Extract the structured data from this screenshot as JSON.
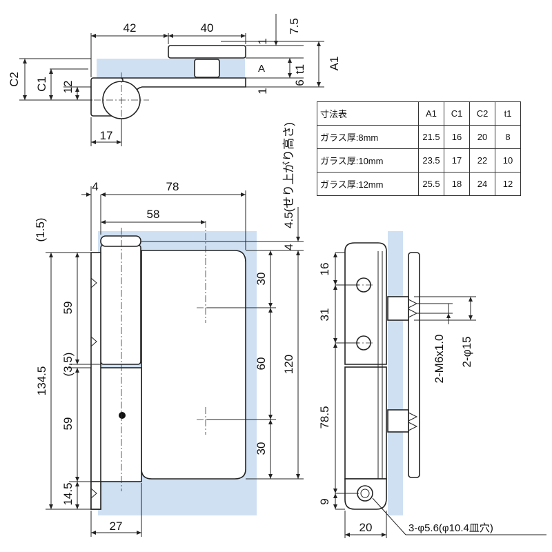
{
  "top_view": {
    "dims": {
      "w42": "42",
      "w40": "40",
      "h7_5": "7.5",
      "one_a": "1",
      "one_b": "1",
      "A1": "A1",
      "A": "A",
      "t1": "t1",
      "six": "6",
      "C2": "C2",
      "C1": "C1",
      "twelve": "12",
      "seventeen": "17"
    }
  },
  "front_view": {
    "dims": {
      "four_top": "4",
      "w78": "78",
      "w58": "58",
      "p1_5": "(1.5)",
      "h4_5": "4.5(せり上がり高さ)",
      "four_right": "4",
      "h59a": "59",
      "p3_5": "(3.5)",
      "h134_5": "134.5",
      "h59b": "59",
      "h14_5": "14.5",
      "w27": "27",
      "h30a": "30",
      "h60": "60",
      "h30b": "30",
      "h120": "120"
    }
  },
  "side_view": {
    "dims": {
      "h16": "16",
      "h31": "31",
      "h78_5": "78.5",
      "h9": "9",
      "w20": "20",
      "thread": "2-M6x1.0",
      "phi15": "2-φ15",
      "holes": "3-φ5.6(φ10.4皿穴)"
    }
  },
  "spec_table": {
    "title": "寸法表",
    "columns": [
      "A1",
      "C1",
      "C2",
      "t1"
    ],
    "rows": [
      {
        "label": "ガラス厚:8mm",
        "values": [
          "21.5",
          "16",
          "20",
          "8"
        ]
      },
      {
        "label": "ガラス厚:10mm",
        "values": [
          "23.5",
          "17",
          "22",
          "10"
        ]
      },
      {
        "label": "ガラス厚:12mm",
        "values": [
          "25.5",
          "18",
          "24",
          "12"
        ]
      }
    ]
  }
}
